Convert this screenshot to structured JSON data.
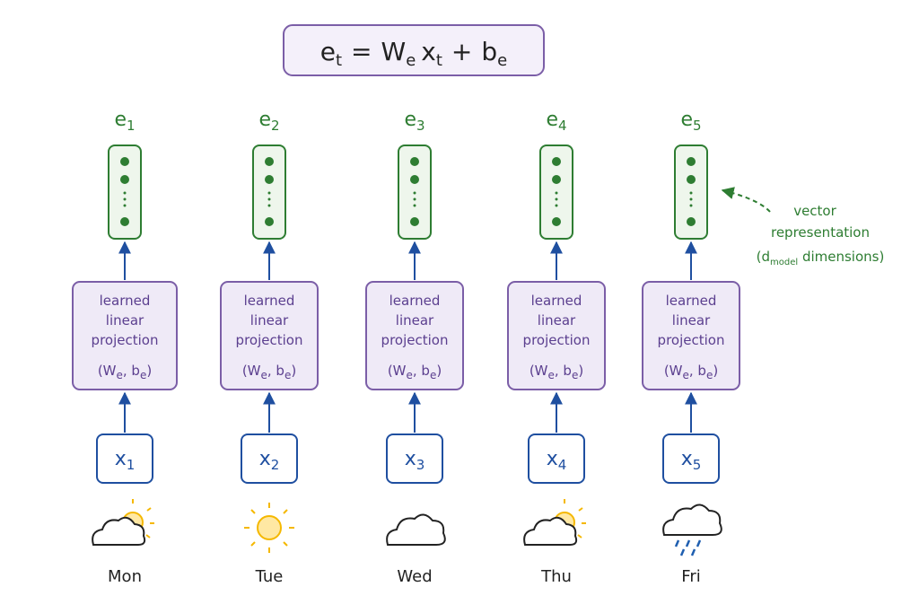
{
  "equation": {
    "lhs": "e",
    "lhs_sub": "t",
    "eq": "=",
    "w": "W",
    "w_sub": "e",
    "x": "x",
    "x_sub": "t",
    "plus": "+",
    "b": "b",
    "b_sub": "e"
  },
  "projection": {
    "line1": "learned",
    "line2": "linear",
    "line3": "projection",
    "params": "(W",
    "params_sub": "e",
    "params_mid": ", b",
    "params_sub2": "e",
    "params_end": ")"
  },
  "note": {
    "line1": "vector",
    "line2": "representation",
    "line3_pre": "(d",
    "line3_sub": "model",
    "line3_post": " dimensions)"
  },
  "columns": [
    {
      "emb": "e",
      "emb_sub": "1",
      "input": "x",
      "input_sub": "1",
      "day": "Mon",
      "weather": "partly-cloudy-icon"
    },
    {
      "emb": "e",
      "emb_sub": "2",
      "input": "x",
      "input_sub": "2",
      "day": "Tue",
      "weather": "sun-icon"
    },
    {
      "emb": "e",
      "emb_sub": "3",
      "input": "x",
      "input_sub": "3",
      "day": "Wed",
      "weather": "cloud-icon"
    },
    {
      "emb": "e",
      "emb_sub": "4",
      "input": "x",
      "input_sub": "4",
      "day": "Thu",
      "weather": "partly-cloudy-icon"
    },
    {
      "emb": "e",
      "emb_sub": "5",
      "input": "x",
      "input_sub": "5",
      "day": "Fri",
      "weather": "rain-cloud-icon"
    }
  ],
  "colors": {
    "green": "#2e7d32",
    "purple": "#7b5ea7",
    "purple_fill": "#efeaf7",
    "blue": "#1f4fa0",
    "sun": "#f5b800",
    "rain": "#1f5fb0"
  }
}
